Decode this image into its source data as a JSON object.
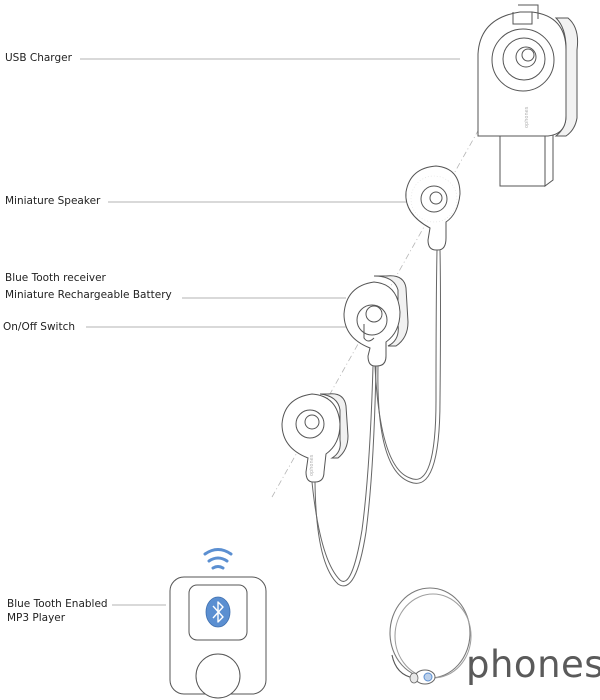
{
  "labels": {
    "usb_charger": "USB Charger",
    "miniature_speaker": "Miniature Speaker",
    "bluetooth_receiver": "Blue Tooth receiver",
    "rechargeable_battery": "Miniature Rechargeable  Battery",
    "on_off_switch": "On/Off Switch",
    "mp3_player_line1": "Blue Tooth Enabled",
    "mp3_player_line2": "MP3 Player"
  },
  "brand": {
    "wordmark": "phones",
    "device_imprint": "ophones"
  },
  "icons": {
    "wireless": "wireless-signal-icon",
    "bluetooth": "bluetooth-icon"
  },
  "colors": {
    "line": "#555555",
    "leader": "#9a9a9a",
    "bluetooth_blue": "#5b8fd1",
    "wordmark": "#5a5a5a"
  }
}
